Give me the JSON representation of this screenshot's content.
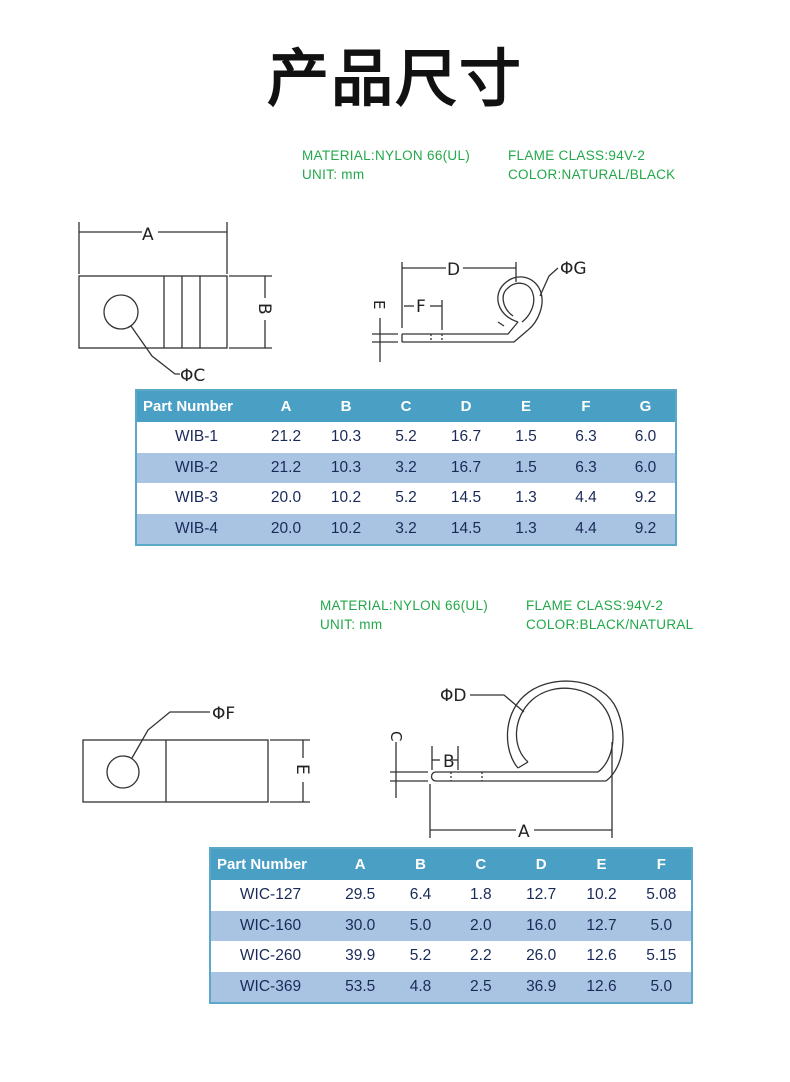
{
  "page_title": "产品尺寸",
  "sections": [
    {
      "id": "wib",
      "spec": {
        "material": "MATERIAL:NYLON 66(UL)",
        "flame": "FLAME CLASS:94V-2",
        "unit": "UNIT: mm",
        "color": "COLOR:NATURAL/BLACK"
      },
      "labels": {
        "a": "A",
        "b": "B",
        "c": "ΦC",
        "d": "D",
        "e": "E",
        "f": "F",
        "g": "ΦG"
      },
      "table": {
        "headers": [
          "Part Number",
          "A",
          "B",
          "C",
          "D",
          "E",
          "F",
          "G"
        ],
        "rows": [
          [
            "WIB-1",
            "21.2",
            "10.3",
            "5.2",
            "16.7",
            "1.5",
            "6.3",
            "6.0"
          ],
          [
            "WIB-2",
            "21.2",
            "10.3",
            "3.2",
            "16.7",
            "1.5",
            "6.3",
            "6.0"
          ],
          [
            "WIB-3",
            "20.0",
            "10.2",
            "5.2",
            "14.5",
            "1.3",
            "4.4",
            "9.2"
          ],
          [
            "WIB-4",
            "20.0",
            "10.2",
            "3.2",
            "14.5",
            "1.3",
            "4.4",
            "9.2"
          ]
        ]
      }
    },
    {
      "id": "wic",
      "spec": {
        "material": "MATERIAL:NYLON 66(UL)",
        "flame": "FLAME CLASS:94V-2",
        "unit": "UNIT: mm",
        "color": "COLOR:BLACK/NATURAL"
      },
      "labels": {
        "a": "A",
        "b": "B",
        "c": "C",
        "d": "ΦD",
        "e": "E",
        "f": "ΦF"
      },
      "table": {
        "headers": [
          "Part Number",
          "A",
          "B",
          "C",
          "D",
          "E",
          "F"
        ],
        "rows": [
          [
            "WIC-127",
            "29.5",
            "6.4",
            "1.8",
            "12.7",
            "10.2",
            "5.08"
          ],
          [
            "WIC-160",
            "30.0",
            "5.0",
            "2.0",
            "16.0",
            "12.7",
            "5.0"
          ],
          [
            "WIC-260",
            "39.9",
            "5.2",
            "2.2",
            "26.0",
            "12.6",
            "5.15"
          ],
          [
            "WIC-369",
            "53.5",
            "4.8",
            "2.5",
            "36.9",
            "12.6",
            "5.0"
          ]
        ]
      }
    }
  ],
  "colors": {
    "spec_text": "#22a84a",
    "table_header": "#4a9fc5",
    "row_alt": "#a8c4e2",
    "cell_text": "#1a2a58"
  }
}
